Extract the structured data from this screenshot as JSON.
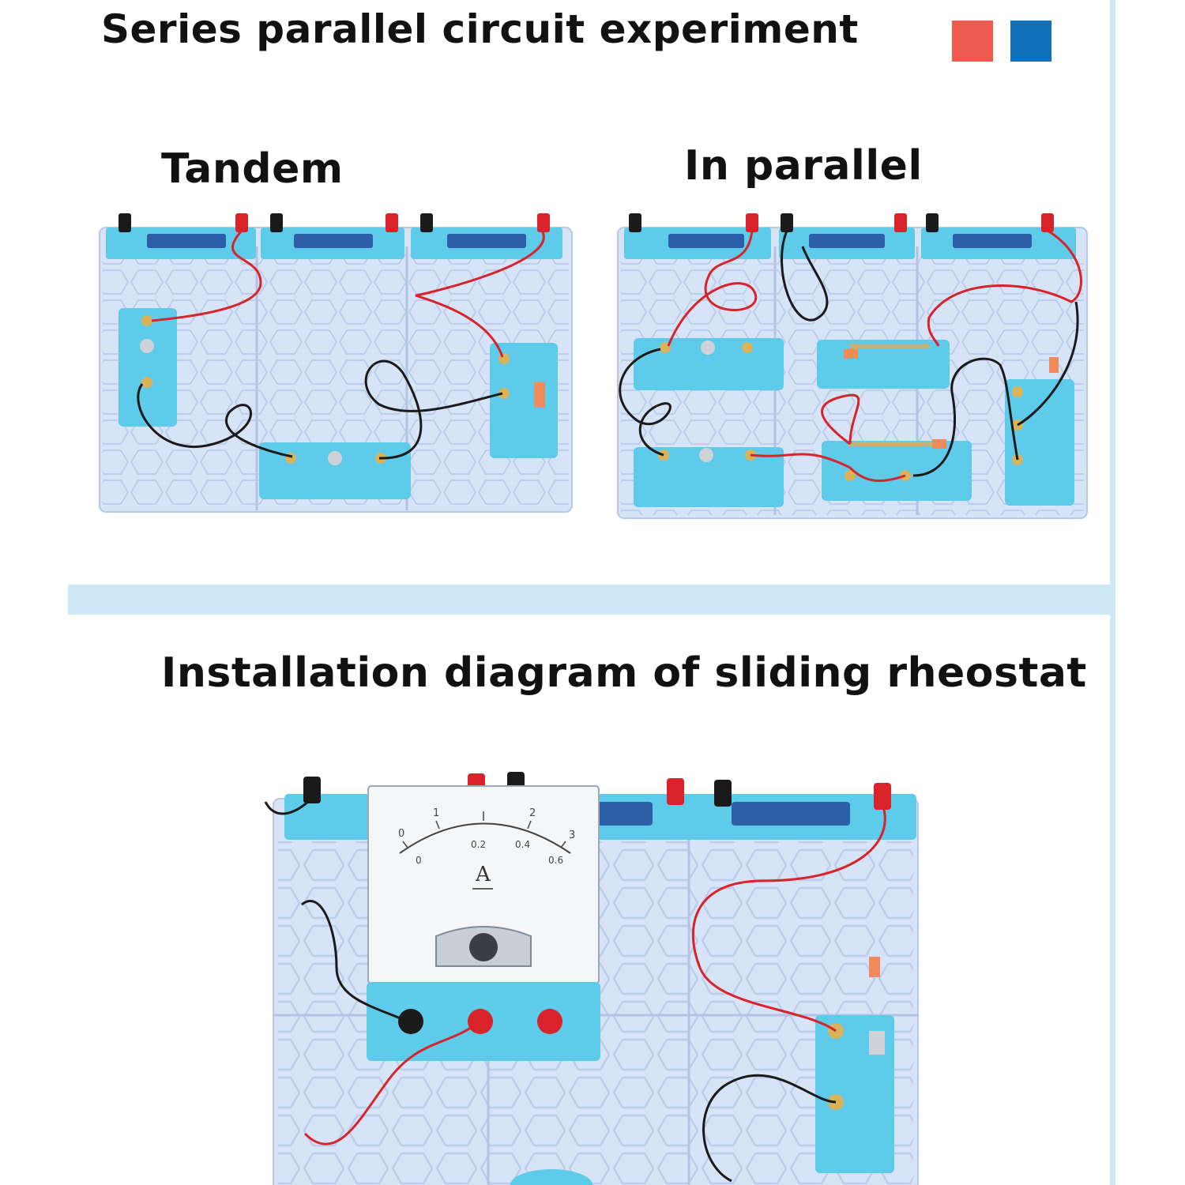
{
  "header": {
    "title": "Series parallel circuit experiment",
    "color_options": [
      {
        "name": "red",
        "color": "#f05a50"
      },
      {
        "name": "blue",
        "color": "#0f71b9"
      }
    ]
  },
  "series_section": {
    "label": "Tandem",
    "bulb_count": 2
  },
  "parallel_section": {
    "label": "In parallel",
    "bulb_count": 2,
    "switch_count": 2
  },
  "rheostat_section": {
    "title": "Installation diagram of sliding rheostat",
    "ammeter": {
      "unit_symbol": "A",
      "scale_upper": [
        "0",
        "1",
        "2",
        "3"
      ],
      "scale_lower": [
        "0",
        "0.2",
        "0.4",
        "0.6"
      ]
    }
  },
  "colors": {
    "board": "#d7e4f7",
    "module": "#5ecbea",
    "wire_red": "#d8232a",
    "wire_black": "#1a1a1a",
    "terminal_brass": "#d9b35a",
    "accent_band": "#cfe8f7"
  }
}
